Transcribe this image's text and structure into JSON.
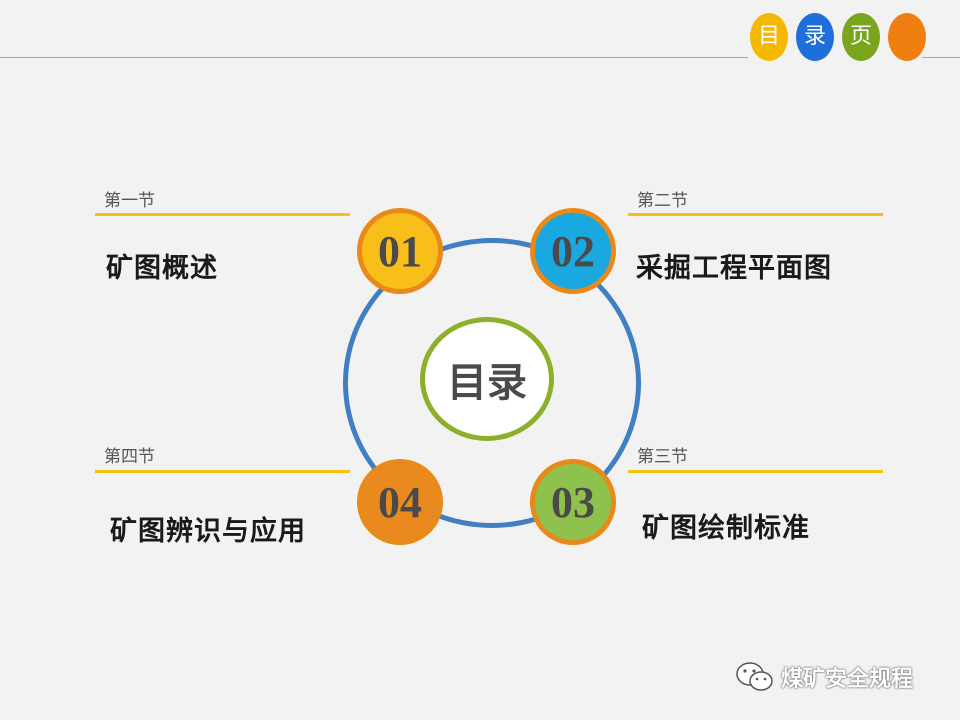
{
  "nav": {
    "badges": [
      {
        "text": "目",
        "color": "#f5b800"
      },
      {
        "text": "录",
        "color": "#1f6fdb"
      },
      {
        "text": "页",
        "color": "#7aa51f"
      },
      {
        "text": "",
        "color": "#f07f11"
      }
    ]
  },
  "center": {
    "title": "目录"
  },
  "sections": [
    {
      "number": "01",
      "label": "第一节",
      "title": "矿图概述"
    },
    {
      "number": "02",
      "label": "第二节",
      "title": "采掘工程平面图"
    },
    {
      "number": "03",
      "label": "第三节",
      "title": "矿图绘制标准"
    },
    {
      "number": "04",
      "label": "第四节",
      "title": "矿图辨识与应用"
    }
  ],
  "watermark": {
    "text": "煤矿安全规程",
    "icon": "wechat-icon"
  }
}
